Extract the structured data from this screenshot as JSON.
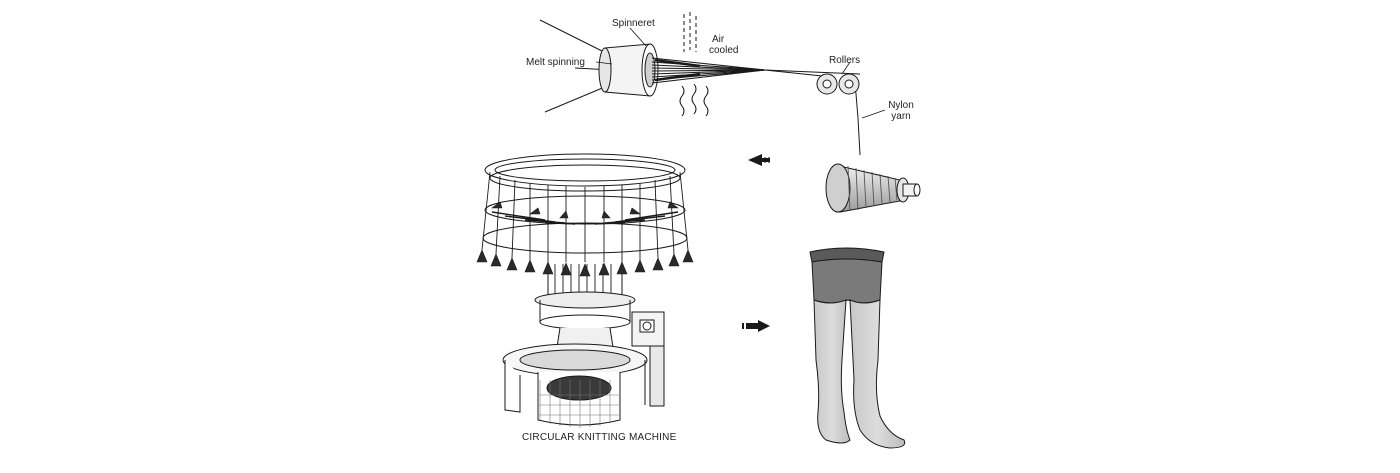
{
  "labels": {
    "melt_spinning": "Melt spinning",
    "spinneret": "Spinneret",
    "air_cooled_1": "Air",
    "air_cooled_2": "cooled",
    "rollers": "Rollers",
    "nylon_yarn_1": "Nylon",
    "nylon_yarn_2": "yarn"
  },
  "caption": "CIRCULAR KNITTING MACHINE",
  "colors": {
    "line": "#1a1a1a",
    "fill_light": "#d9d9d9",
    "fill_mid": "#9a9a9a",
    "fill_dark": "#3a3a3a",
    "background": "#ffffff"
  }
}
